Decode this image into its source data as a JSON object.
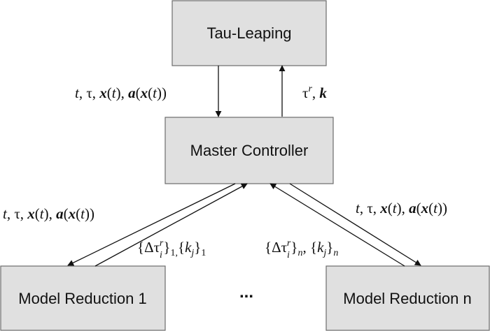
{
  "nodes": {
    "tau_leaping": "Tau-Leaping",
    "master_controller": "Master Controller",
    "model_reduction_1": "Model Reduction 1",
    "model_reduction_n": "Model Reduction n",
    "ellipsis": "..."
  },
  "edges": {
    "top_down_label": "t, τ, x(t), a(x(t))",
    "top_up_label": "τʳ, k",
    "left_down_label": "t, τ, x(t), a(x(t))",
    "left_up_label": "{Δτᵢʳ}₁, {kⱼ}₁",
    "right_down_label": "t, τ, x(t), a(x(t))",
    "right_up_label": "{Δτᵢʳ}ₙ, {kⱼ}ₙ"
  },
  "colors": {
    "box_fill": "#e0e0e0",
    "box_stroke": "#6b6b6b",
    "line": "#111111"
  }
}
